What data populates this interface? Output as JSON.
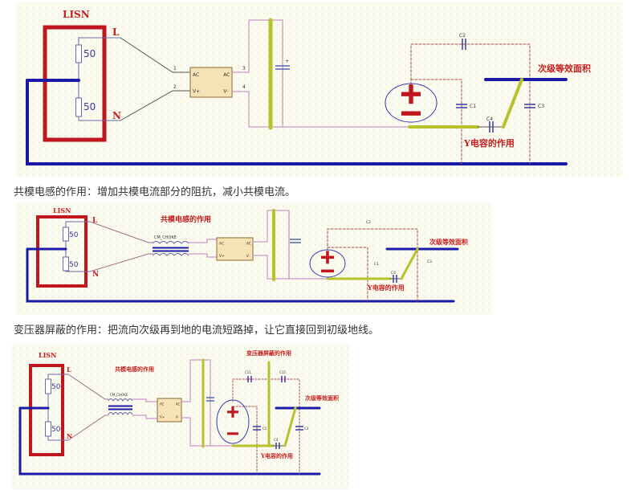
{
  "captions": {
    "choke": "共模电感的作用：增加共模电流部分的阻抗，减小共模电流。",
    "shield": "变压器屏蔽的作用：把流向次级再到地的电流短路掉，让它直接回到初级地线。"
  },
  "labels": {
    "lisn": "LISN",
    "line": "L",
    "neutral": "N",
    "resistor": "50",
    "bridge_ac1": "AC",
    "bridge_ac2": "AC",
    "bridge_vplus": "V+",
    "bridge_vminus": "V-",
    "pin1": "1",
    "pin2": "2",
    "pin3": "3",
    "pin4": "4",
    "cap_plus": "+",
    "c1": "C1",
    "c2": "C2",
    "c3": "C3",
    "c4": "C4",
    "c11": "C11",
    "c15": "C15",
    "choke": "CM_CHOKE",
    "secondary_area": "次级等效面积",
    "y_cap": "Y电容的作用",
    "choke_role": "共模电感的作用",
    "shield_role": "变压器屏蔽的作用"
  },
  "colors": {
    "lisn_box": "#c0161e",
    "ground": "#1a1aa8",
    "shield_trace": "#b8c22a",
    "primary_wire": "#c080c0",
    "dashed_parasitic": "#a05050",
    "annotation_text": "#c41e1e"
  }
}
